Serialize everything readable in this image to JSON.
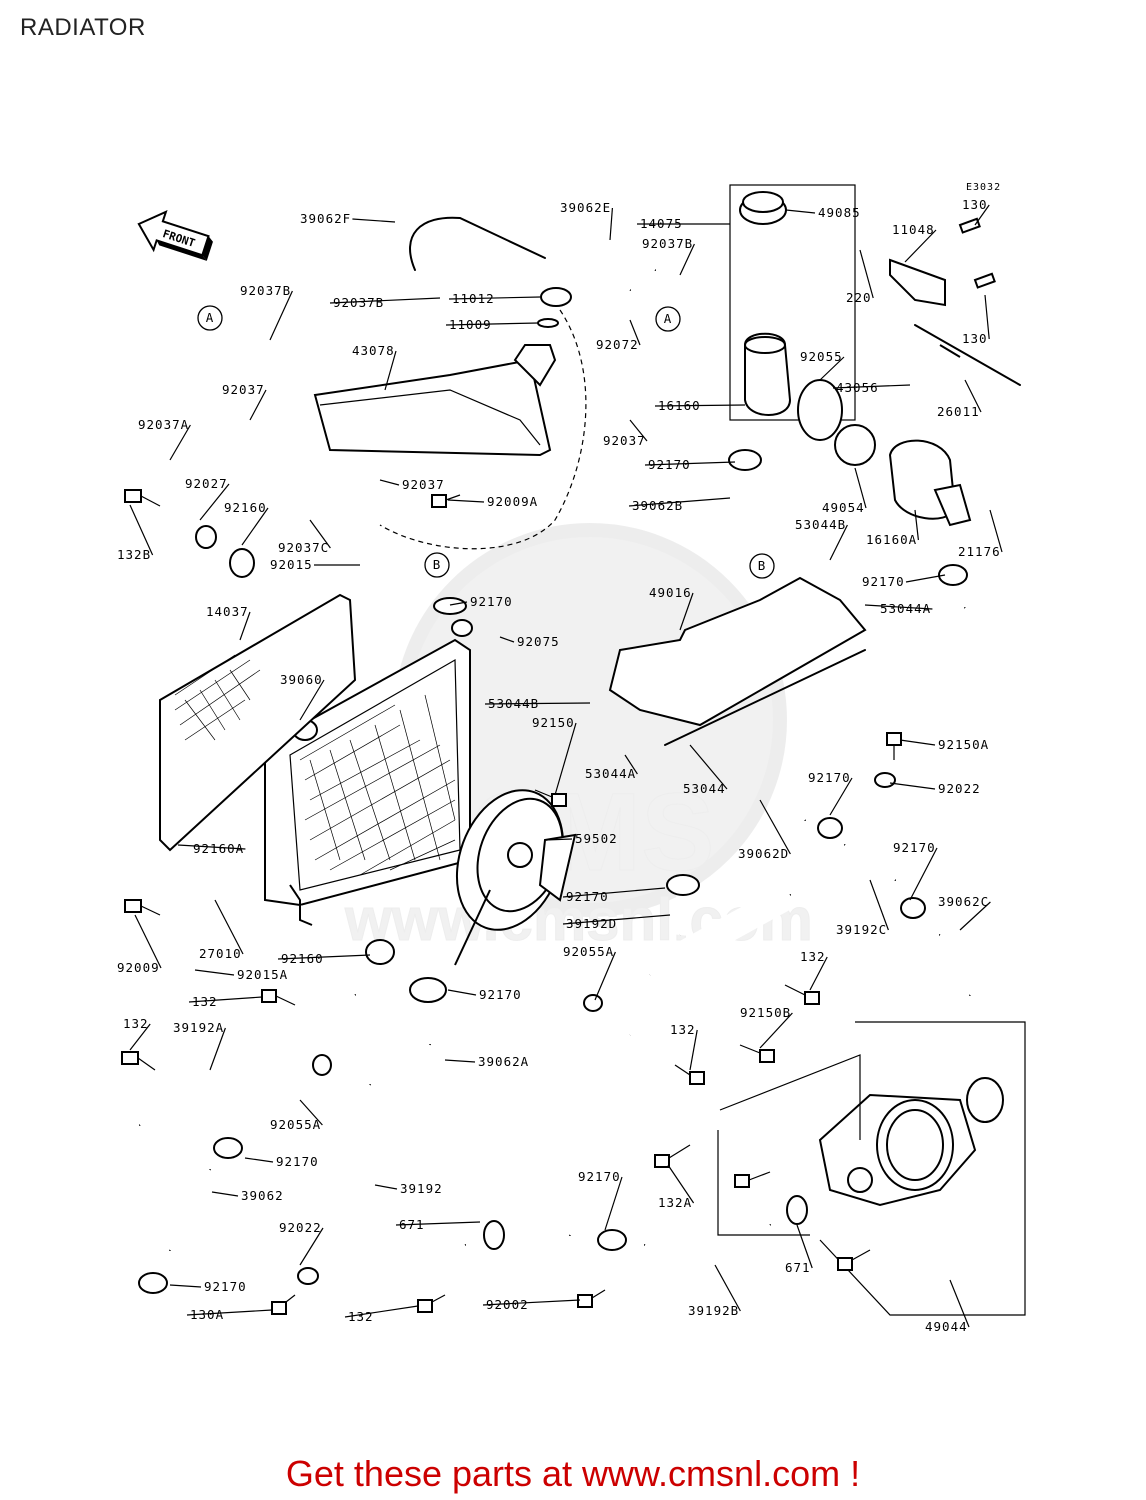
{
  "page": {
    "title": "RADIATOR",
    "diagram_code": "E3032",
    "front_label": "FRONT"
  },
  "footer": {
    "text": "Get these parts at www.cmsnl.com !"
  },
  "watermark": {
    "text": "www.cmsnl.com",
    "short": "CMS"
  },
  "callouts": [
    {
      "id": "c1",
      "text": "39062F"
    },
    {
      "id": "c2",
      "text": "39062E"
    },
    {
      "id": "c3",
      "text": "14075"
    },
    {
      "id": "c4",
      "text": "49085"
    },
    {
      "id": "c5",
      "text": "130"
    },
    {
      "id": "c6",
      "text": "92037B"
    },
    {
      "id": "c7",
      "text": "11048"
    },
    {
      "id": "c8",
      "text": "92037B"
    },
    {
      "id": "c9",
      "text": "11012"
    },
    {
      "id": "c10",
      "text": "92037B"
    },
    {
      "id": "c11",
      "text": "11009"
    },
    {
      "id": "c12",
      "text": "220"
    },
    {
      "id": "c13",
      "text": "130"
    },
    {
      "id": "c14",
      "text": "A"
    },
    {
      "id": "c15",
      "text": "43078"
    },
    {
      "id": "c16",
      "text": "92072"
    },
    {
      "id": "c17",
      "text": "A"
    },
    {
      "id": "c18",
      "text": "92055"
    },
    {
      "id": "c19",
      "text": "92037"
    },
    {
      "id": "c20",
      "text": "43056"
    },
    {
      "id": "c21",
      "text": "16160"
    },
    {
      "id": "c22",
      "text": "26011"
    },
    {
      "id": "c23",
      "text": "92037A"
    },
    {
      "id": "c24",
      "text": "92037"
    },
    {
      "id": "c25",
      "text": "92170"
    },
    {
      "id": "c26",
      "text": "92027"
    },
    {
      "id": "c27",
      "text": "92037"
    },
    {
      "id": "c28",
      "text": "39062B"
    },
    {
      "id": "c29",
      "text": "49054"
    },
    {
      "id": "c30",
      "text": "92160"
    },
    {
      "id": "c31",
      "text": "92009A"
    },
    {
      "id": "c32",
      "text": "53044B"
    },
    {
      "id": "c33",
      "text": "132B"
    },
    {
      "id": "c34",
      "text": "92037C"
    },
    {
      "id": "c35",
      "text": "16160A"
    },
    {
      "id": "c36",
      "text": "21176"
    },
    {
      "id": "c37",
      "text": "92015"
    },
    {
      "id": "c38",
      "text": "B"
    },
    {
      "id": "c39",
      "text": "B"
    },
    {
      "id": "c40",
      "text": "92170"
    },
    {
      "id": "c41",
      "text": "92170"
    },
    {
      "id": "c42",
      "text": "49016"
    },
    {
      "id": "c43",
      "text": "14037"
    },
    {
      "id": "c44",
      "text": "53044A"
    },
    {
      "id": "c45",
      "text": "92075"
    },
    {
      "id": "c46",
      "text": "39060"
    },
    {
      "id": "c47",
      "text": "53044B"
    },
    {
      "id": "c48",
      "text": "92150"
    },
    {
      "id": "c49",
      "text": "92150A"
    },
    {
      "id": "c50",
      "text": "53044A"
    },
    {
      "id": "c51",
      "text": "53044"
    },
    {
      "id": "c52",
      "text": "92170"
    },
    {
      "id": "c53",
      "text": "92022"
    },
    {
      "id": "c54",
      "text": "59502"
    },
    {
      "id": "c55",
      "text": "92160A"
    },
    {
      "id": "c56",
      "text": "39062D"
    },
    {
      "id": "c57",
      "text": "92170"
    },
    {
      "id": "c58",
      "text": "92170"
    },
    {
      "id": "c59",
      "text": "39192D"
    },
    {
      "id": "c60",
      "text": "39192C"
    },
    {
      "id": "c61",
      "text": "39062C"
    },
    {
      "id": "c62",
      "text": "92009"
    },
    {
      "id": "c63",
      "text": "27010"
    },
    {
      "id": "c64",
      "text": "92055A"
    },
    {
      "id": "c65",
      "text": "92160"
    },
    {
      "id": "c66",
      "text": "132"
    },
    {
      "id": "c67",
      "text": "92015A"
    },
    {
      "id": "c68",
      "text": "92170"
    },
    {
      "id": "c69",
      "text": "92150B"
    },
    {
      "id": "c70",
      "text": "132"
    },
    {
      "id": "c71",
      "text": "132"
    },
    {
      "id": "c72",
      "text": "39192A"
    },
    {
      "id": "c73",
      "text": "39062A"
    },
    {
      "id": "c74",
      "text": "132"
    },
    {
      "id": "c75",
      "text": "92055A"
    },
    {
      "id": "c76",
      "text": "92170"
    },
    {
      "id": "c77",
      "text": "39062"
    },
    {
      "id": "c78",
      "text": "39192"
    },
    {
      "id": "c79",
      "text": "92170"
    },
    {
      "id": "c80",
      "text": "132A"
    },
    {
      "id": "c81",
      "text": "92022"
    },
    {
      "id": "c82",
      "text": "671"
    },
    {
      "id": "c83",
      "text": "671"
    },
    {
      "id": "c84",
      "text": "92170"
    },
    {
      "id": "c85",
      "text": "130A"
    },
    {
      "id": "c86",
      "text": "132"
    },
    {
      "id": "c87",
      "text": "92002"
    },
    {
      "id": "c88",
      "text": "39192B"
    },
    {
      "id": "c89",
      "text": "49044"
    }
  ]
}
